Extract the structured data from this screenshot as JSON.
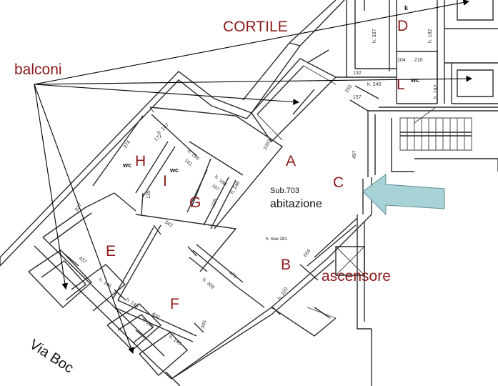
{
  "colors": {
    "room_label": "#8b1a1a",
    "wall": "#2a2a2a",
    "pointer_fill": "#a8d3d6",
    "pointer_stroke": "#5f8f93"
  },
  "labels": {
    "cortile": "CORTILE",
    "balconi": "balconi",
    "street": "Via Boc",
    "sub": "Sub.703",
    "abitazione": "abitazione",
    "ascensore": "ascensore",
    "h_max": "h. max 281",
    "k": "k",
    "wc_h": "wc",
    "wc_i": "wc",
    "wc_l": "wc"
  },
  "rooms": {
    "A": "A",
    "B": "B",
    "C": "C",
    "D": "D",
    "E": "E",
    "F": "F",
    "G": "G",
    "H": "H",
    "I": "I",
    "L": "L"
  },
  "dimensions": {
    "d337_top": "h. 337",
    "d132": "132",
    "d104": "104",
    "d210": "210",
    "d240": "h. 240",
    "d157": "157",
    "d155": "155",
    "d182a": "h. 182",
    "d182b": "h. 182",
    "d147": "h. 147",
    "d172": "172",
    "d374": "374",
    "d266": "h. 266",
    "d161": "161",
    "d1053": "1053",
    "d160": "h. 160",
    "d167": "167",
    "d135": "135",
    "d228": "228",
    "d248": "h. 248",
    "d497": "497",
    "d337": "337",
    "d343": "343",
    "d437": "437",
    "d146a": "h. 146",
    "d476": "476",
    "d664": "664",
    "d309": "h. 309",
    "d146b": "h. 146",
    "d400": "400",
    "d286": "h. 286",
    "d345": "345",
    "d220": "h. 220",
    "d146c": "h. 146"
  }
}
